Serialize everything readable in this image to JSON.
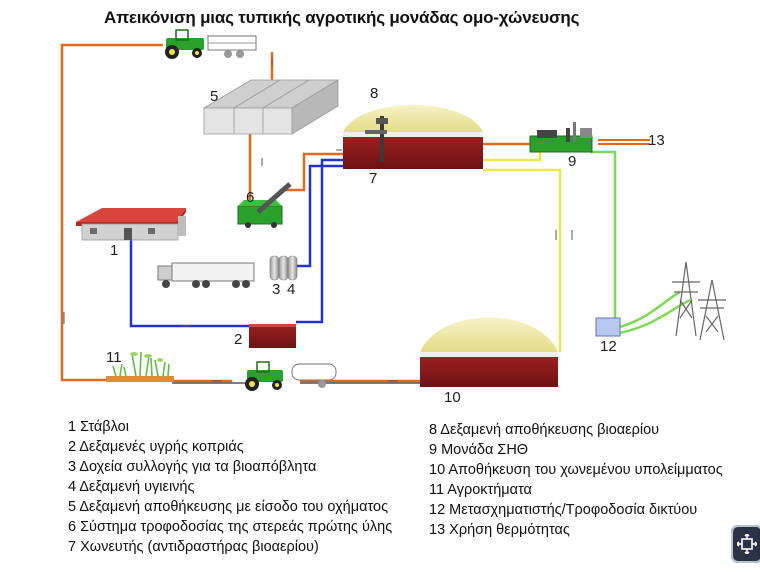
{
  "title": "Απεικόνιση μιας τυπικής αγροτικής μονάδας ομο-χώνευσης",
  "diagram_labels": {
    "n1": "1",
    "n2": "2",
    "n3": "3",
    "n4": "4",
    "n5": "5",
    "n6": "6",
    "n7": "7",
    "n8": "8",
    "n9": "9",
    "n10": "10",
    "n11": "11",
    "n12": "12",
    "n13": "13"
  },
  "legend_left": [
    "1  Στάβλοι",
    "2  Δεξαμενές υγρής κοπριάς",
    "3  Δοχεία συλλογής για τα βιοαπόβλητα",
    "4  Δεξαμενή υγιεινής",
    "5  Δεξαμενή αποθήκευσης με είσοδο του οχήματος",
    "6  Σύστημα τροφοδοσίας της στερεάς πρώτης ύλης",
    "7 Χωνευτής (αντιδραστήρας βιοαερίου)"
  ],
  "legend_right": [
    "8  Δεξαμενή αποθήκευσης βιοαερίου",
    "9  Μονάδα ΣΗΘ",
    "10 Αποθήκευση του χωνεμένου υπολείμματος",
    "11 Αγροκτήματα",
    "12 Μετασχηματιστής/Τροφοδοσία δικτύου",
    "13 Χρήση θερμότητας"
  ],
  "colors": {
    "manure_line": "#2233cc",
    "return_line": "#e06a1a",
    "gas_line": "#e8e84a",
    "power_line": "#7ed957",
    "tank_red": "#8b1a1a",
    "dome_yellow": "#f0eca0",
    "tractor_green": "#2aa12a"
  },
  "icons": {
    "expand": "expand-arrows-icon"
  }
}
